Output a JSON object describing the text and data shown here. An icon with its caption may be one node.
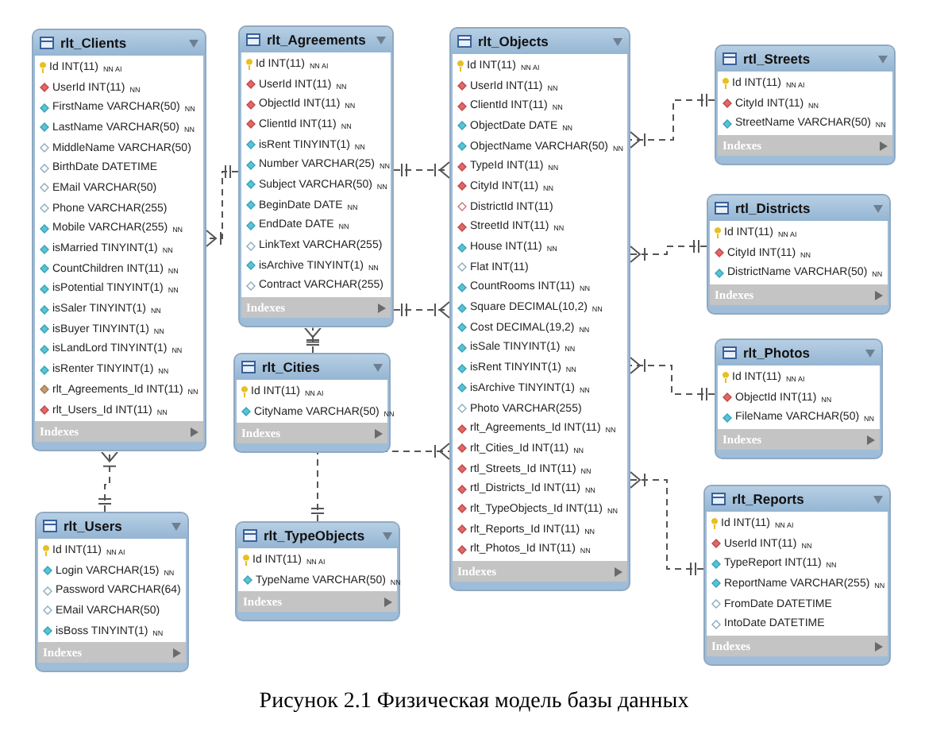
{
  "diagram": {
    "caption": "Рисунок 2.1 Физическая модель базы данных",
    "nodes": [
      {
        "text": [
          "rlt_Clients",
          "Id INT(11) $_{NN AI}$",
          "UserId INT(11) $_{NN}$",
          "FirstName VARCHAR(50) $_{NN}$",
          "LastName VARCHAR(50) $_{NN}$",
          "MiddleName VARCHAR(50)",
          "BirthDate DATETIME",
          "EMail VARCHAR(50)",
          "Phone VARCHAR(255)",
          "Mobile VARCHAR(255) $_{NN}$",
          "isMarried TINYINT(1) $_{NN}$",
          "CountChildren INT(11) $_{NN}$",
          "isPotential TINYINT(1) $_{NN}$",
          "isSaler TINYINT(1) $_{NN}$",
          "isBuyer TINYINT(1) $_{NN}$",
          "isLandLord TINYINT(1) $_{NN}$",
          "isRenter TINYINT(1) $_{NN}$",
          "rlt_Agreements_Id INT(11) $_{NN}$",
          "rlt_Users_Id INT(11) $_{NN}$",
          "Indexes"
        ]
      },
      {
        "text": [
          "rlt_Agreements",
          "Id INT(11) $_{NN AI}$",
          "UserId INT(11) $_{NN}$",
          "ObjectId INT(11) $_{NN}$",
          "ClientId INT(11) $_{NN}$",
          "isRent TINYINT(1) $_{NN}$",
          "Number VARCHAR(25) $_{NN}$",
          "Subject VARCHAR(50) $_{NN}$",
          "BeginDate DATE $_{NN}$",
          "EndDate DATE $_{NN}$",
          "LinkText VARCHAR(255)",
          "isArchive TINYINT(1) $_{NN}$",
          "Contract VARCHAR(255)",
          "Indexes"
        ]
      },
      {
        "text": [
          "rlt_Cities",
          "Id INT(11) $_{NN AI}$",
          "CityName VARCHAR(50) $_{NN}$",
          "Indexes"
        ]
      },
      {
        "text": [
          "rlt_Objects",
          "Id INT(11) $_{NN AI}$",
          "UserId INT(11) $_{NN}$",
          "ClientId INT(11) $_{NN}$",
          "ObjectDate DATE $_{NN}$",
          "ObjectName VARCHAR(50) $_{NN}$",
          "TypeId INT(11) $_{NN}$",
          "CityId INT(11) $_{NN}$",
          "DistrictId INT(11)",
          "StreetId INT(11) $_{NN}$",
          "House INT(11) $_{NN}$",
          "Flat INT(11)",
          "CountRooms INT(11) $_{NN}$",
          "Square DECIMAL(10,2) $_{NN}$",
          "Cost DECIMAL(19,2) $_{NN}$",
          "isSale TINYINT(1) $_{NN}$",
          "isRent TINYINT(1) $_{NN}$",
          "isArchive TINYINT(1) $_{NN}$",
          "Photo VARCHAR(255)",
          "rlt_Agreements_Id INT(11) $_{NN}$",
          "rlt_Cities_Id INT(11) $_{NN}$",
          "rtl_Streets_Id INT(11) $_{NN}$",
          "rtl_Districts_Id INT(11) $_{NN}$",
          "rlt_TypeObjects_Id INT(11) $_{NN}$",
          "rlt_Reports_Id INT(11) $_{NN}$",
          "rlt_Photos_Id INT(11) $_{NN}$",
          "Indexes"
        ]
      },
      {
        "text": [
          "rtl_Streets",
          "Id INT(11) $_{NN AI}$",
          "CityId INT(11) $_{NN}$",
          "StreetName VARCHAR(50) $_{NN}$",
          "Indexes"
        ]
      },
      {
        "text": [
          "rtl_Districts",
          "Id INT(11) $_{NN AI}$",
          "CityId INT(11) $_{NN}$",
          "DistrictName VARCHAR(50) $_{NN}$",
          "Indexes"
        ]
      },
      {
        "text": [
          "rlt_Photos",
          "Id INT(11) $_{NN AI}$",
          "ObjectId INT(11) $_{NN}$",
          "FileName VARCHAR(50) $_{NN}$",
          "Indexes"
        ]
      },
      {
        "text": [
          "rlt_Reports",
          "Id INT(11) $_{NN AI}$",
          "UserId INT(11) $_{NN}$",
          "TypeReport INT(11) $_{NN}$",
          "ReportName VARCHAR(255) $_{NN}$",
          "FromDate DATETIME",
          "IntoDate DATETIME",
          "Indexes"
        ]
      },
      {
        "text": [
          "rlt_Users",
          "Id INT(11) $_{NN AI}$",
          "Login VARCHAR(15) $_{NN}$",
          "Password VARCHAR(64)",
          "EMail VARCHAR(50)",
          "isBoss TINYINT(1) $_{NN}$",
          "Indexes"
        ]
      },
      {
        "text": [
          "rlt_TypeObjects",
          "Id INT(11) $_{NN AI}$",
          "TypeName VARCHAR(50) $_{NN}$",
          "Indexes"
        ]
      }
    ],
    "edges": [
      {
        "from": 8,
        "to": 0,
        "arrow": "other",
        "style": "dashed"
      },
      {
        "from": 1,
        "to": 0,
        "arrow": "other",
        "style": "dashed"
      },
      {
        "from": 1,
        "to": 3,
        "arrow": "other",
        "style": "dashed"
      },
      {
        "from": 1,
        "to": 3,
        "arrow": "other",
        "style": "dashed"
      },
      {
        "from": 2,
        "to": 1,
        "arrow": "other",
        "style": "dashed"
      },
      {
        "from": 9,
        "to": 3,
        "arrow": "other",
        "style": "dashed"
      },
      {
        "from": 4,
        "to": 3,
        "arrow": "other",
        "style": "dashed"
      },
      {
        "from": 5,
        "to": 3,
        "arrow": "other",
        "style": "dashed"
      },
      {
        "from": 6,
        "to": 3,
        "arrow": "other",
        "style": "dashed"
      },
      {
        "from": 7,
        "to": 3,
        "arrow": "other",
        "style": "dashed"
      }
    ]
  }
}
